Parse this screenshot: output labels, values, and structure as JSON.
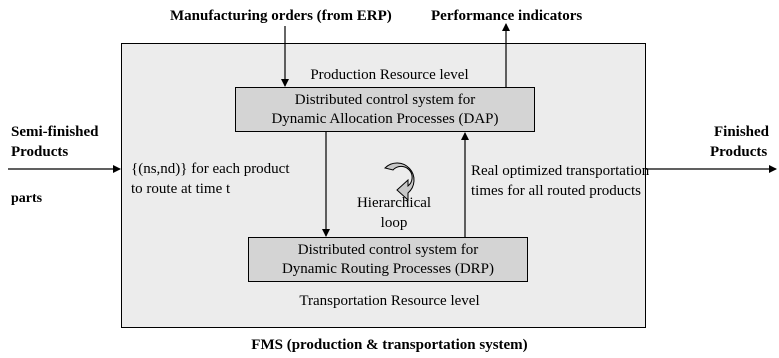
{
  "inputs": {
    "manufacturing_orders": "Manufacturing orders (from ERP)",
    "performance_indicators": "Performance indicators",
    "semi_finished_line1": "Semi-finished",
    "semi_finished_line2": "Products",
    "parts": "parts",
    "finished_line1": "Finished",
    "finished_line2": "Products"
  },
  "levels": {
    "production": "Production Resource level",
    "transportation": "Transportation Resource level"
  },
  "dap": {
    "line1": "Distributed control system for",
    "line2": "Dynamic Allocation Processes (DAP)"
  },
  "drp": {
    "line1": "Distributed control system for",
    "line2": "Dynamic Routing Processes (DRP)"
  },
  "flows": {
    "down_line1": "{(ns,nd)} for each product",
    "down_line2": "to route at time t",
    "up_line1": "Real optimized transportation",
    "up_line2": "times for all routed products"
  },
  "loop": {
    "line1": "Hierarchical",
    "line2": "loop"
  },
  "caption": "FMS (production & transportation system)"
}
